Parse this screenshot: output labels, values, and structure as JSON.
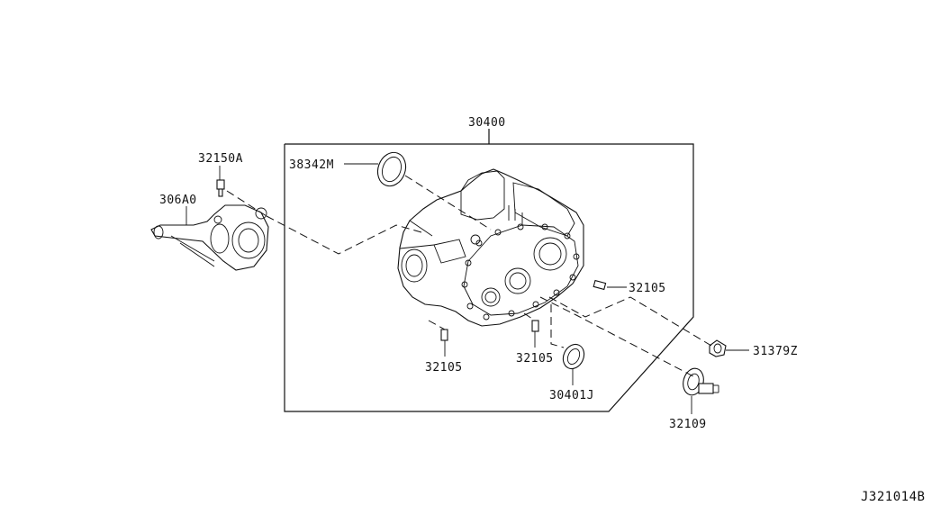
{
  "diagram": {
    "callouts": {
      "p30400": "30400",
      "p38342M": "38342M",
      "p32150A": "32150A",
      "p306A0": "306A0",
      "p32105_right": "32105",
      "p32105_left": "32105",
      "p32105_mid": "32105",
      "p30401J": "30401J",
      "p31379Z": "31379Z",
      "p32109": "32109"
    },
    "drawing_code": "J321014B"
  },
  "colors": {
    "line": "#111111",
    "background": "#ffffff"
  }
}
